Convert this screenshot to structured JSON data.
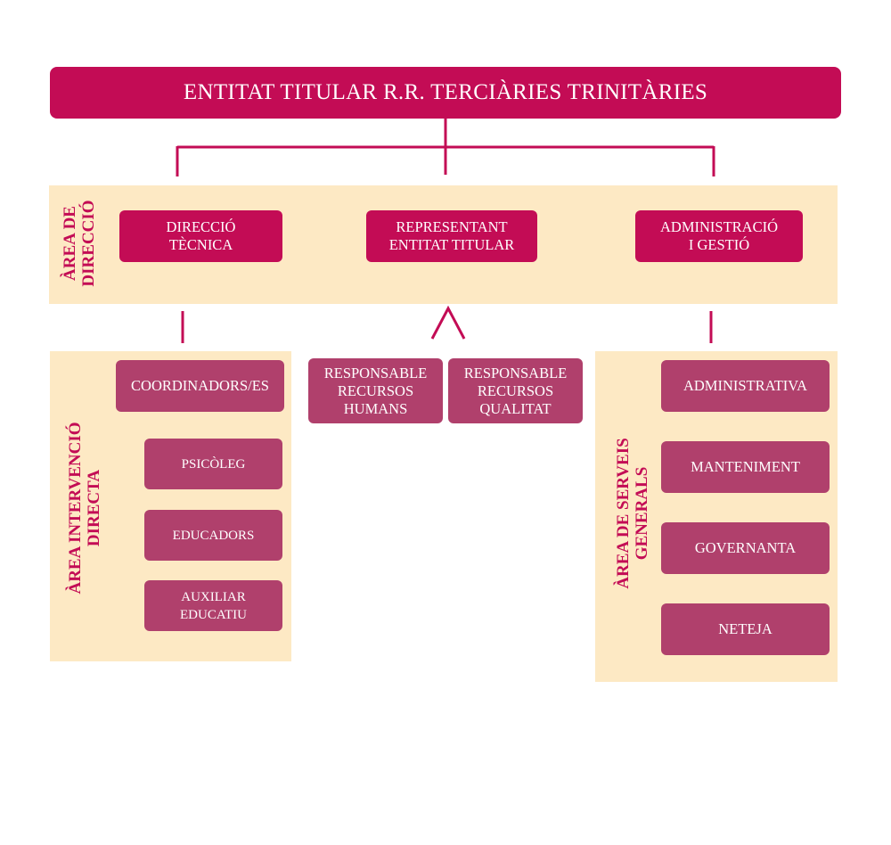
{
  "colors": {
    "primary": "#c30c55",
    "muted_box": "#b0406c",
    "panel": "#fde9c4",
    "line": "#c30c55",
    "text": "#ffffff"
  },
  "header": {
    "title": "ENTITAT TITULAR R.R. TERCIÀRIES TRINITÀRIES"
  },
  "direccio": {
    "label": "ÀREA DE\nDIRECCIÓ",
    "boxes": [
      "DIRECCIÓ\nTÈCNICA",
      "REPRESENTANT\nENTITAT TITULAR",
      "ADMINISTRACIÓ\nI GESTIÓ"
    ]
  },
  "intervencio": {
    "label": "ÀREA INTERVENCIÓ\nDIRECTA",
    "coordinator": "COORDINADORS/ES",
    "items": [
      "PSICÒLEG",
      "EDUCADORS",
      "AUXILIAR\nEDUCATIU"
    ]
  },
  "responsables": [
    "RESPONSABLE\nRECURSOS\nHUMANS",
    "RESPONSABLE\nRECURSOS\nQUALITAT"
  ],
  "serveis": {
    "label": "ÀREA DE SERVEIS\nGENERALS",
    "items": [
      "ADMINISTRATIVA",
      "MANTENIMENT",
      "GOVERNANTA",
      "NETEJA"
    ]
  }
}
